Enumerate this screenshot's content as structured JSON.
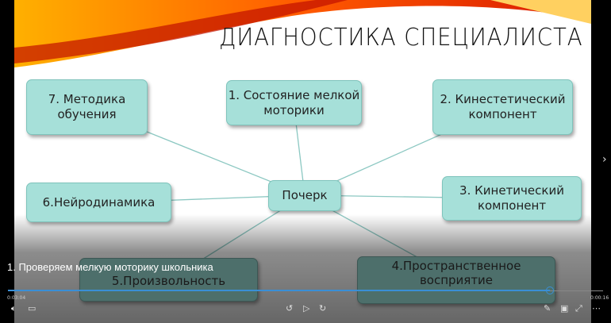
{
  "slide": {
    "title": "ДИАГНОСТИКА СПЕЦИАЛИСТА",
    "center": "Почерк",
    "nodes": [
      "1. Состояние мелкой моторики",
      "2. Кинестетический компонент",
      "3. Кинетический компонент",
      "4.Пространственное восприятие",
      "5.Произвольность",
      "6.Нейродинамика",
      "7. Методика обучения"
    ]
  },
  "player": {
    "caption": "1. Проверяем мелкую моторику школьника",
    "elapsed": "0:03:04",
    "remaining": "0:00:16",
    "progress_percent": 91,
    "accent": "#3a8fd6"
  }
}
